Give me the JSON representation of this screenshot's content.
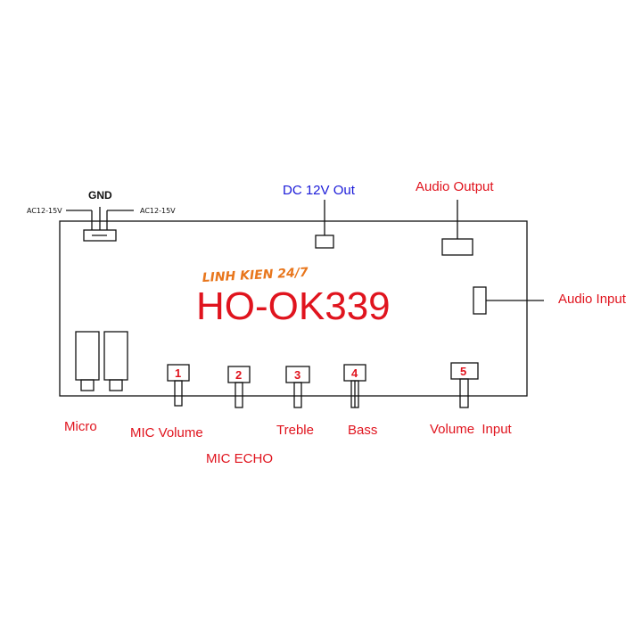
{
  "board": {
    "title": "HO-OK339",
    "watermark": "LINH KIEN 24/7"
  },
  "power": {
    "gnd_label": "GND",
    "ac_left_label": "AC12-15V",
    "ac_right_label": "AC12-15V"
  },
  "outputs": {
    "dc_out_label": "DC 12V Out",
    "audio_output_label": "Audio Output",
    "audio_input_label": "Audio Input"
  },
  "controls": [
    {
      "number": "1",
      "label": "MIC Volume"
    },
    {
      "number": "2",
      "label": "MIC ECHO"
    },
    {
      "number": "3",
      "label": "Treble"
    },
    {
      "number": "4",
      "label": "Bass"
    },
    {
      "number": "5",
      "label": "Volume  Input"
    }
  ],
  "micro_label": "Micro",
  "colors": {
    "label_red": "#e0141e",
    "label_blue": "#1a1ad8",
    "watermark_orange": "#e8761c",
    "outline": "#111111"
  }
}
